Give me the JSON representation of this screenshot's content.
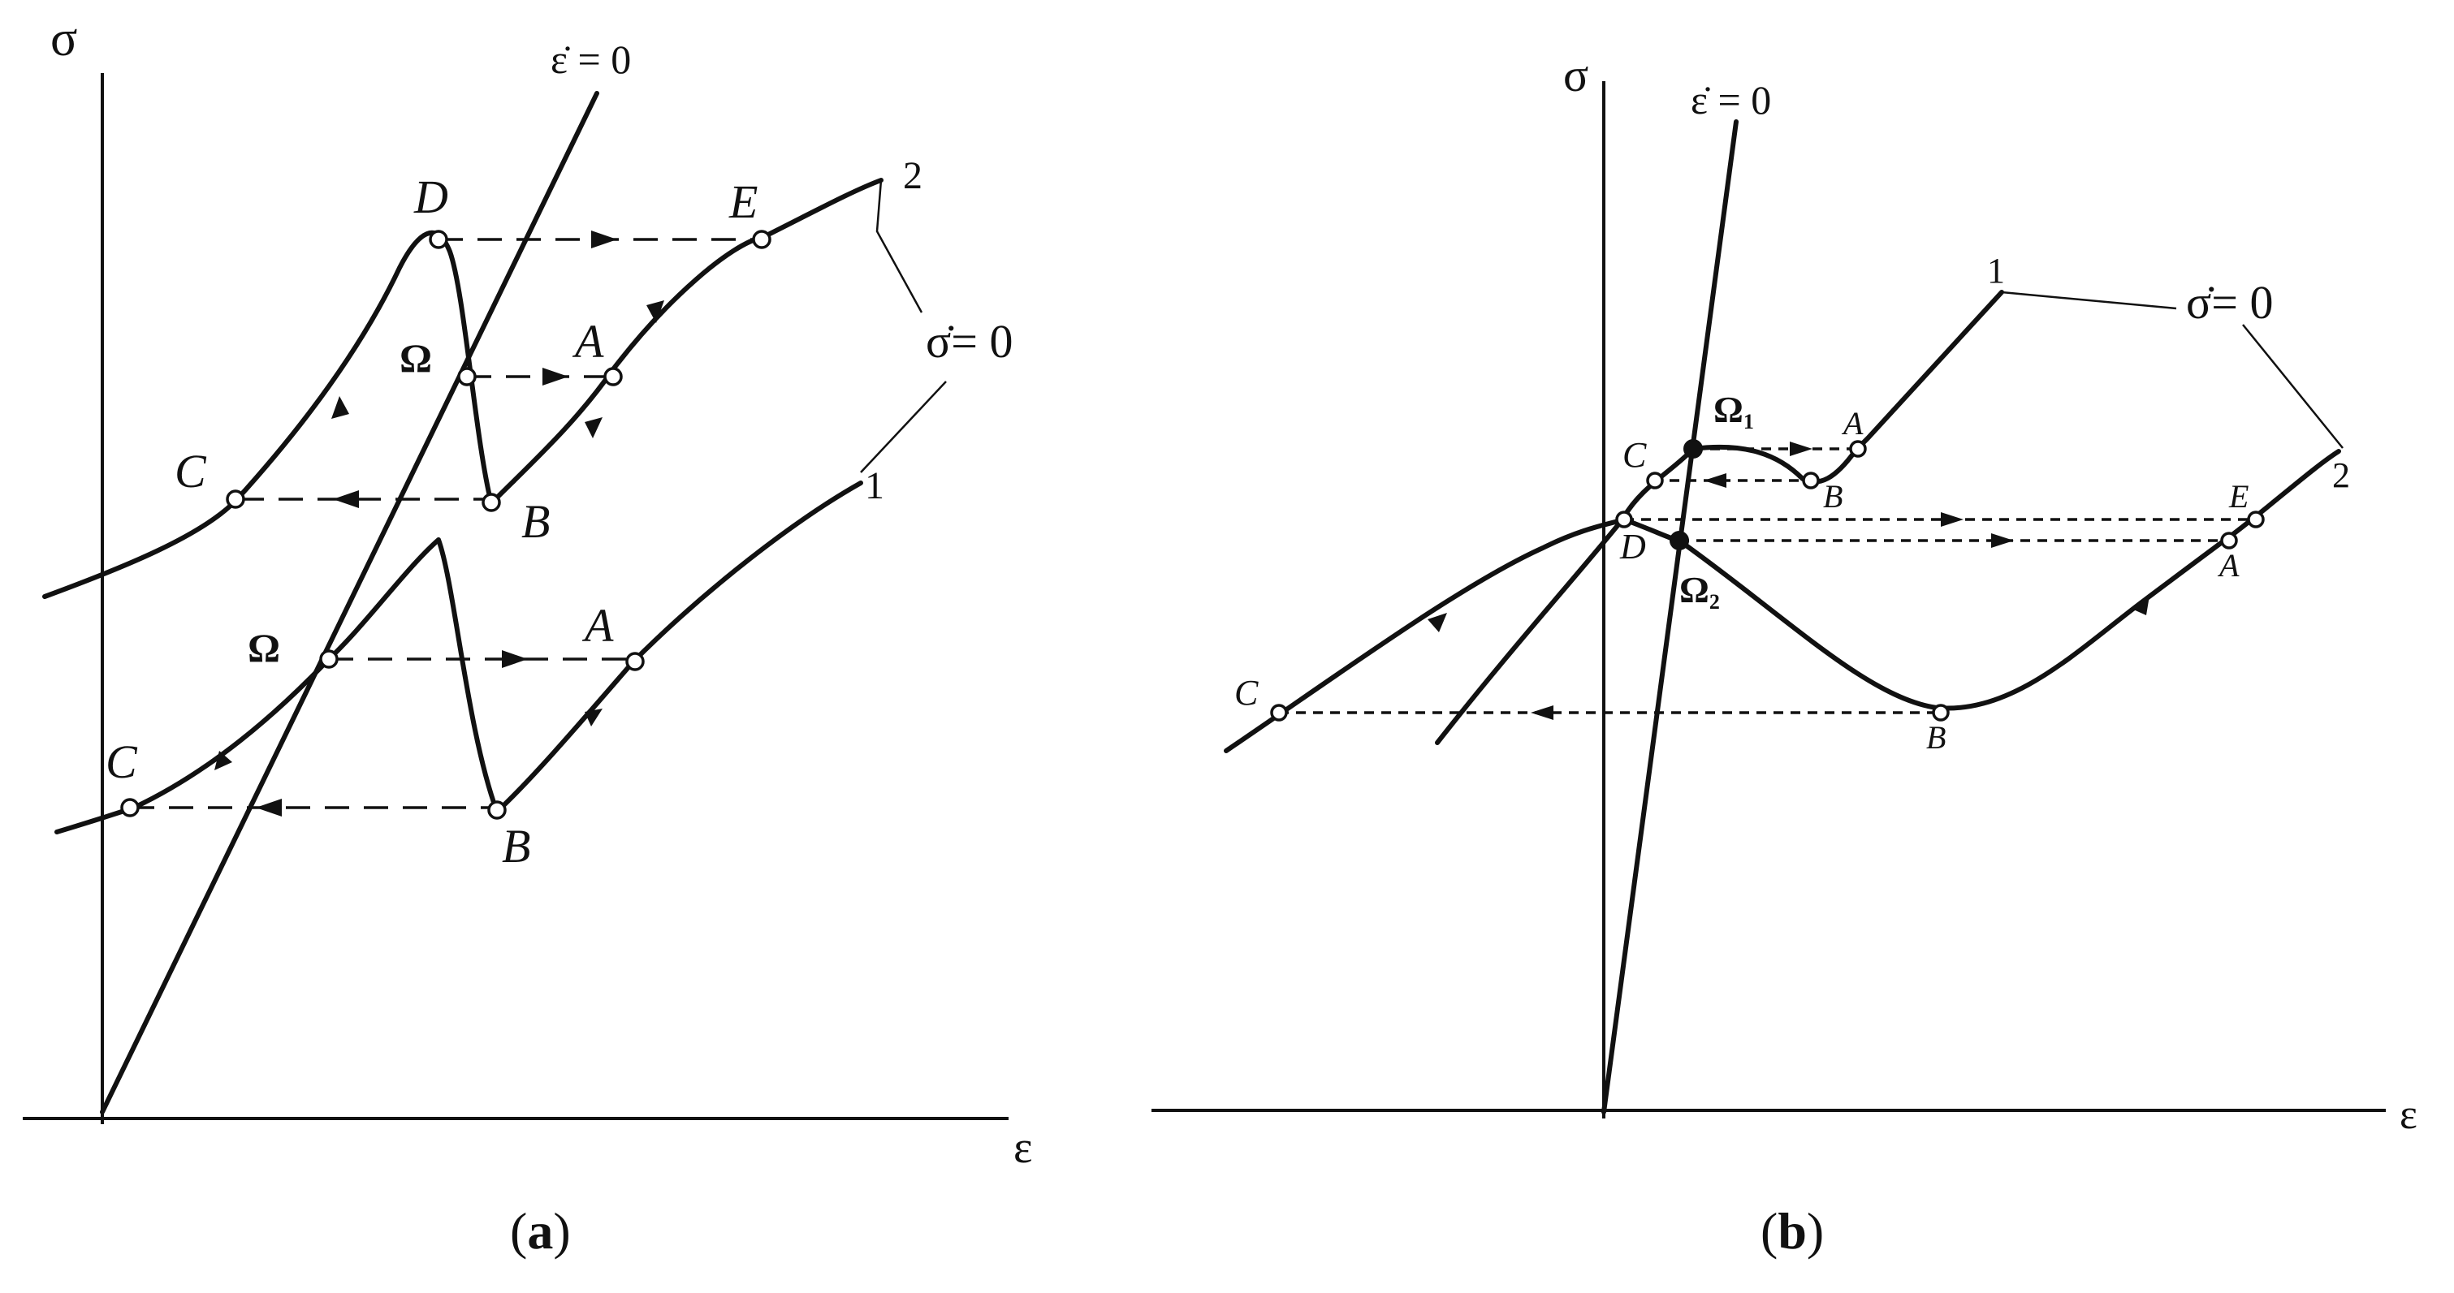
{
  "panel_a": {
    "sigma_axis": "σ",
    "eps_axis": "ε",
    "eps_dot_label": "ε̇ = 0",
    "sigma_dot_label": "σ̇= 0",
    "curve_1": "1",
    "curve_2": "2",
    "upper": {
      "D": "D",
      "E": "E",
      "Omega": "Ω",
      "A": "A",
      "C": "C",
      "B": "B"
    },
    "lower": {
      "Omega": "Ω",
      "A": "A",
      "C": "C",
      "B": "B"
    },
    "caption_open": "(",
    "caption_letter": "a",
    "caption_close": ")"
  },
  "panel_b": {
    "sigma_axis": "σ",
    "eps_axis": "ε",
    "eps_dot_label": "ε̇ = 0",
    "sigma_dot_label": "σ̇= 0",
    "curve_1": "1",
    "curve_2": "2",
    "upper": {
      "Omega1": "Ω",
      "Omega1_sub": "1",
      "A": "A",
      "C": "C",
      "B": "B"
    },
    "lower": {
      "D": "D",
      "E": "E",
      "A": "A",
      "Omega2": "Ω",
      "Omega2_sub": "2",
      "C": "C",
      "B": "B"
    },
    "caption_open": "(",
    "caption_letter": "b",
    "caption_close": ")"
  },
  "colors": {
    "ink": "#111111",
    "background": "#ffffff"
  }
}
